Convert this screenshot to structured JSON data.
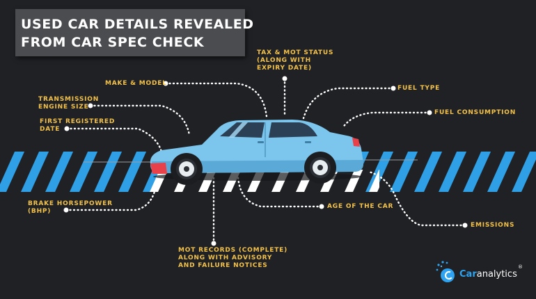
{
  "title": {
    "line1": "USED CAR DETAILS REVEALED",
    "line2": "FROM CAR SPEC CHECK"
  },
  "labels": {
    "tax_mot": [
      "TAX & MOT STATUS",
      "(ALONG WITH",
      "EXPIRY DATE)"
    ],
    "make_model": [
      "MAKE & MODEL"
    ],
    "fuel_type": [
      "FUEL TYPE"
    ],
    "transmission": [
      "TRANSMISSION",
      "ENGINE SIZE"
    ],
    "fuel_consumption": [
      "FUEL CONSUMPTION"
    ],
    "first_registered": [
      "FIRST REGISTERED",
      "DATE"
    ],
    "brake_horsepower": [
      "BRAKE HORSEPOWER",
      "(BHP)"
    ],
    "age_of_car": [
      "AGE OF THE CAR"
    ],
    "emissions": [
      "EMISSIONS"
    ],
    "mot_records": [
      "MOT RECORDS (COMPLETE)",
      "ALONG WITH ADVISORY",
      "AND FAILURE NOTICES"
    ]
  },
  "logo": {
    "brand_prefix": "Car",
    "brand_suffix": "analytics",
    "registered_mark": "®"
  },
  "colors": {
    "background": "#1f2124",
    "label": "#f4c24a",
    "stripe": "#2f9fe6",
    "car_body": "#7cc6ee",
    "logo_accent": "#2ea3f2"
  }
}
